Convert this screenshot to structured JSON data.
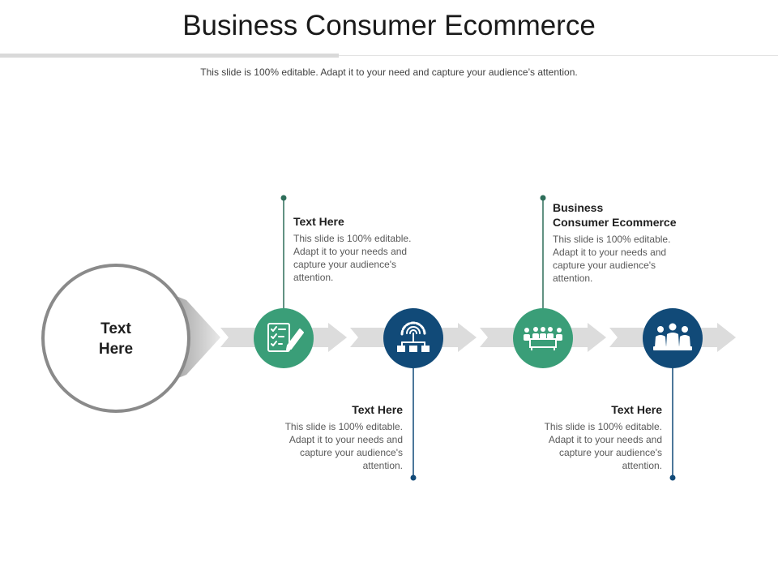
{
  "title": "Business Consumer Ecommerce",
  "subtitle": "This slide is 100% editable. Adapt it to your need and capture your audience’s attention.",
  "hub": {
    "label_line1": "Text",
    "label_line2": "Here"
  },
  "colors": {
    "green": "#3a9e78",
    "navy": "#114a78",
    "arrow": "#dcdcdc",
    "ring": "#8a8a8a"
  },
  "steps": [
    {
      "icon": "checklist-icon",
      "color": "green",
      "heading": "Text Here",
      "body": "This slide is 100% editable. Adapt it to your needs and capture your audience's attention."
    },
    {
      "icon": "network-gear-icon",
      "color": "navy",
      "heading": "Text Here",
      "body": "This slide is 100% editable. Adapt it to your needs and capture your audience's attention."
    },
    {
      "icon": "meeting-table-icon",
      "color": "green",
      "heading_line1": "Business",
      "heading_line2": "Consumer Ecommerce",
      "body": "This slide is 100% editable. Adapt it to your needs and capture your audience's attention."
    },
    {
      "icon": "team-icon",
      "color": "navy",
      "heading": "Text Here",
      "body": "This slide is 100% editable. Adapt it to your needs and capture your audience's attention."
    }
  ]
}
